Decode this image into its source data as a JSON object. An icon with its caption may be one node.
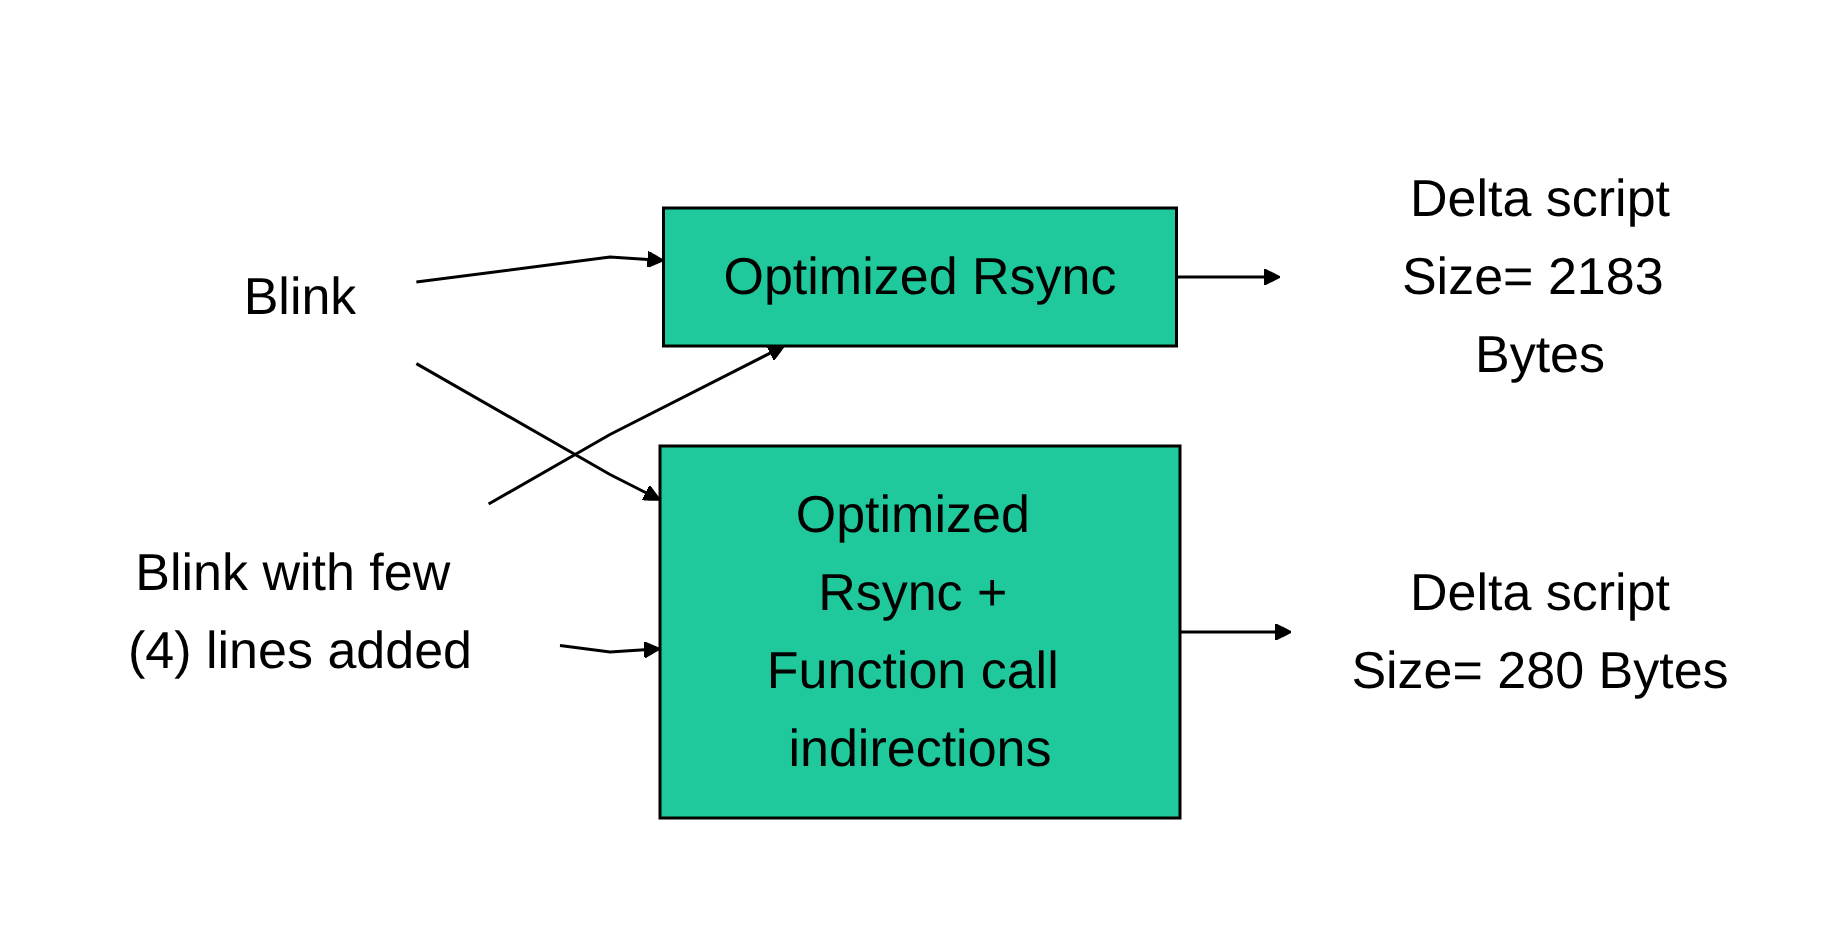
{
  "diagram": {
    "nodes": [
      {
        "text": [
          "Blink"
        ]
      },
      {
        "text": [
          "Optimized Rsync"
        ]
      },
      {
        "text": [
          "Delta script",
          "Size= 2183 Bytes"
        ]
      },
      {
        "text": [
          "Blink with few (4) lines added"
        ]
      },
      {
        "text": [
          "Optimized Rsync + Function call indirections"
        ]
      },
      {
        "text": [
          "Delta script",
          "Size= 280 Bytes"
        ]
      }
    ],
    "edges": [
      {
        "from": 0,
        "to": 1,
        "arrow": "to"
      },
      {
        "from": 0,
        "to": 4,
        "arrow": "to"
      },
      {
        "from": 1,
        "to": 2,
        "arrow": "to"
      },
      {
        "from": 3,
        "to": 1,
        "arrow": "to"
      },
      {
        "from": 3,
        "to": 4,
        "arrow": "to"
      },
      {
        "from": 4,
        "to": 5,
        "arrow": "to"
      }
    ]
  }
}
